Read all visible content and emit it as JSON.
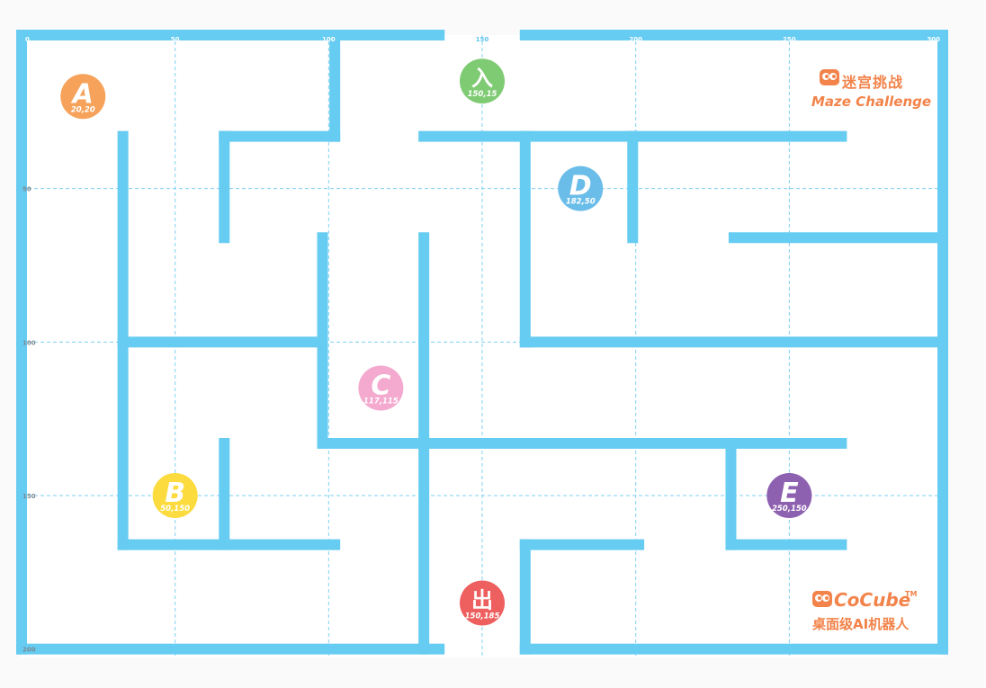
{
  "maze": {
    "x_ticks": [
      "0",
      "50",
      "100",
      "150",
      "200",
      "250",
      "300"
    ],
    "y_ticks": [
      "50",
      "100",
      "150",
      "200"
    ],
    "colors": {
      "wall": "#66ccf1",
      "grid": "#7fd0f2",
      "background": "#ffffff",
      "accent": "#f2834a"
    }
  },
  "points": [
    {
      "label": "A",
      "coord": "20,20",
      "color": "#f6a25a",
      "kind": "letter"
    },
    {
      "label": "入",
      "coord": "150,15",
      "color": "#7fcb73",
      "kind": "cn"
    },
    {
      "label": "D",
      "coord": "182,50",
      "color": "#6bbde9",
      "kind": "letter"
    },
    {
      "label": "C",
      "coord": "117,115",
      "color": "#f4a9cf",
      "kind": "letter"
    },
    {
      "label": "B",
      "coord": "50,150",
      "color": "#fbdb3e",
      "kind": "letter"
    },
    {
      "label": "E",
      "coord": "250,150",
      "color": "#8d60b0",
      "kind": "letter"
    },
    {
      "label": "出",
      "coord": "150,185",
      "color": "#ee5f5f",
      "kind": "cn"
    }
  ],
  "branding": {
    "title_cn": "迷宫挑战",
    "title_en": "Maze Challenge",
    "product": "CoCube",
    "trademark": "TM",
    "tagline_cn": "桌面级AI机器人",
    "logo_icon": "robot-eyes-icon"
  }
}
